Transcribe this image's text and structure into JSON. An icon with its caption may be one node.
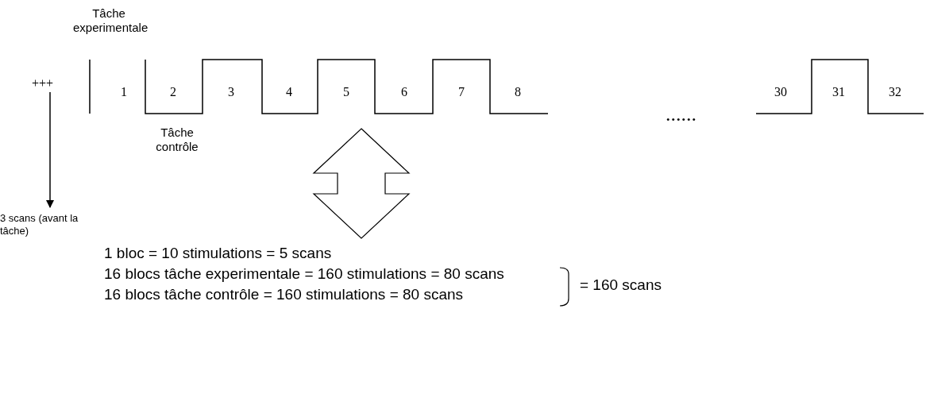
{
  "diagram": {
    "nodes": [
      {
        "text": [
          "+++"
        ]
      },
      {
        "text": [
          "3 scans (avant la tâche)"
        ]
      }
    ],
    "edges": [
      {
        "from": 0,
        "to": 1,
        "arrow": "to"
      }
    ],
    "labels": [
      "Tâche experimentale",
      "1",
      "2",
      "3",
      "4",
      "5",
      "6",
      "7",
      "8",
      "......",
      "30",
      "31",
      "32",
      "Tâche contrôle",
      "1 bloc = 10 stimulations = 5 scans",
      "16 blocs tâche experimentale = 160 stimulations = 80 scans",
      "16 blocs tâche contrôle = 160 stimulations = 80 scans",
      "= 160 scans"
    ]
  }
}
